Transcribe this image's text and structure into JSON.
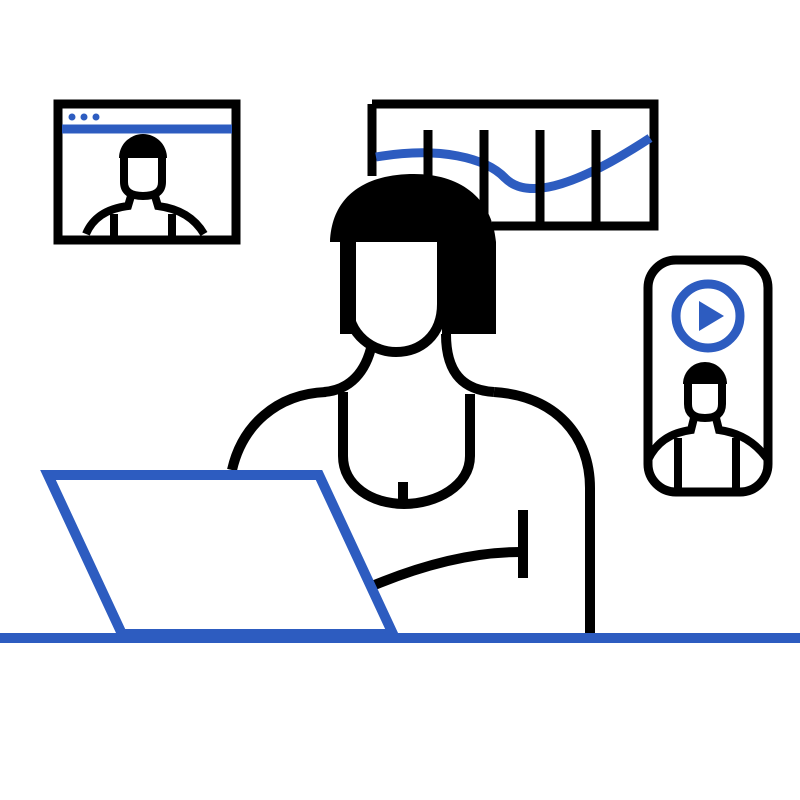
{
  "colors": {
    "ink": "#000000",
    "accent": "#2d5cc0",
    "background": "#ffffff"
  },
  "illustration": {
    "subject": "person-at-laptop",
    "elements": [
      "video-call-window",
      "line-chart-panel",
      "phone-video-card",
      "laptop",
      "desk-line"
    ],
    "icons": [
      "person-icon",
      "play-icon",
      "window-dots-icon",
      "chart-icon"
    ]
  }
}
